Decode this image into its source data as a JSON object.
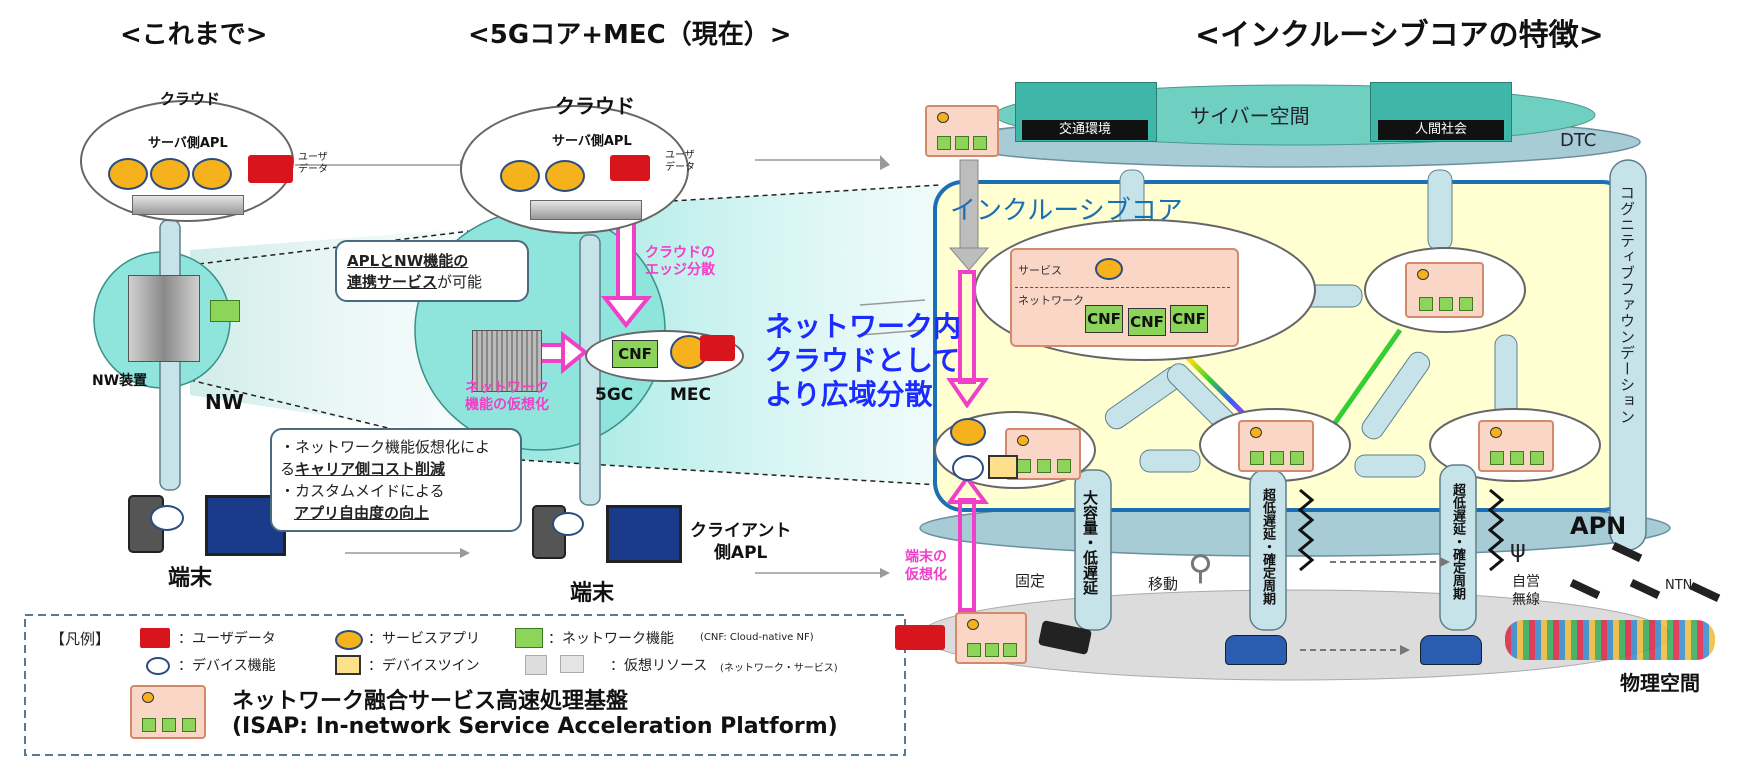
{
  "headers": {
    "left": "<これまで>",
    "middle": "<5Gコア+MEC（現在）>",
    "right": "<インクルーシブコアの特徴>"
  },
  "left": {
    "cloud_title": "クラウド",
    "server_apl": "サーバ側APL",
    "user_data": "ユーザ\nデータ",
    "nw_device": "NW装置",
    "nw": "NW",
    "terminal": "端末"
  },
  "middle": {
    "cloud_title": "クラウド",
    "server_apl": "サーバ側APL",
    "user_data": "ユーザ\nデータ",
    "callout_line1_bold": "APLとNW機能の",
    "callout_line2_bold": "連携サービス",
    "callout_line2_rest": "が可能",
    "edge_dist": "クラウドの\nエッジ分散",
    "nw_virt": "ネットワーク\n機能の仮想化",
    "cnf": "CNF",
    "label_5gc": "5GC",
    "label_mec": "MEC",
    "bullet1_a": "・ネットワーク機能仮想化によ",
    "bullet1_b_pre": "る",
    "bullet1_b_bold": "キャリア側コスト削減",
    "bullet2_a": "・カスタムメイドによる",
    "bullet2_b_bold": "アプリ自由度の向上",
    "client_apl": "クライアント\n側APL",
    "terminal": "端末"
  },
  "blue_text": [
    "ネットワーク内",
    "クラウドとして",
    "より広域分散"
  ],
  "right": {
    "cyber_space": "サイバー空間",
    "traffic_env": "交通環境",
    "human_society": "人間社会",
    "dtc": "DTC",
    "inclusive_core": "インクルーシブコア",
    "service_label": "サービス",
    "network_label": "ネットワーク",
    "cnf_labels": [
      "CNF",
      "CNF",
      "CNF"
    ],
    "cognitive_foundation": "コグニティブファウンデーション",
    "apn": "APN",
    "device_virt": "端末の\n仮想化",
    "fixed": "固定",
    "large_capacity": "大容量・低遅延",
    "mobile": "移動",
    "ultra_low_1": "超低遅延・確定周期",
    "ultra_low_2": "超低遅延・確定周期",
    "private_wireless": "自営\n無線",
    "ntn": "NTN",
    "physical_space": "物理空間"
  },
  "legend": {
    "title": "【凡例】",
    "user_data": "：ユーザデータ",
    "service_app": "：サービスアプリ",
    "network_function": "：ネットワーク機能",
    "network_function_note": "(CNF: Cloud-native NF)",
    "device_function": "：デバイス機能",
    "device_twin": "：デバイスツイン",
    "virtual_resource": "：仮想リソース",
    "virtual_resource_note": "(ネットワーク・サービス)",
    "isap_name": "ネットワーク融合サービス高速処理基盤",
    "isap_full": "(ISAP: In-network Service Acceleration Platform)"
  },
  "colors": {
    "magenta": "#f040c8",
    "blue_text": "#1a2cff",
    "core_fill": "#ffffd2",
    "core_border": "#1a6fb5",
    "pipe": "#c7e3ea",
    "user_data_red": "#d8141c",
    "apl_orange": "#f5b21c",
    "nf_green": "#8cd45a"
  }
}
